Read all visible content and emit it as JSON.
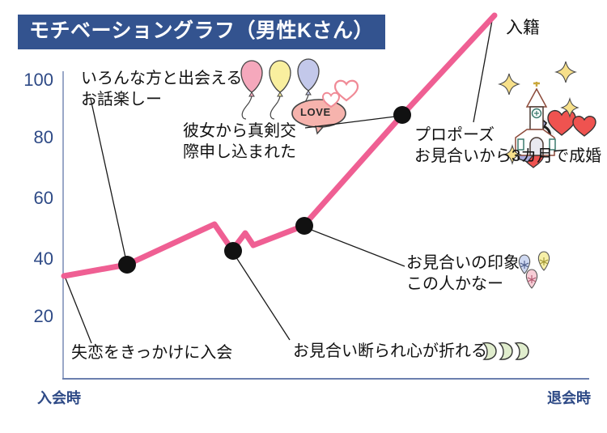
{
  "title": "モチベーショングラフ（男性Kさん）",
  "colors": {
    "banner": "#33538f",
    "line": "#ef5f93",
    "marker": "#111111",
    "axis": "#6b7fae",
    "axis_y": "#9aa8c8",
    "label_blue": "#2e4a86",
    "balloon_pink": "#f5a8bc",
    "balloon_yellow": "#f9ef9f",
    "balloon_purple": "#c3c8ea",
    "love_bubble": "#f6b3ad",
    "heart_red": "#ef5350",
    "drop_green": "#e0edcd",
    "ring_gem": "#a8abdd"
  },
  "axes": {
    "y_ticks": [
      "100",
      "80",
      "60",
      "40",
      "20"
    ],
    "x_labels": {
      "start": "入会時",
      "end": "退会時"
    }
  },
  "annotations": {
    "breakup": {
      "lines": [
        "失恋をきっかけに入会"
      ]
    },
    "join": {
      "lines": [
        "いろんな方と出会える",
        "お話楽しー"
      ]
    },
    "refused": {
      "lines": [
        "お見合い断られ心が折れる"
      ]
    },
    "omiai": {
      "lines": [
        "お見合いの印象",
        "この人かなー"
      ]
    },
    "girlfriend": {
      "lines": [
        "彼女から真剣交",
        "際申し込まれた"
      ]
    },
    "propose": {
      "lines": [
        "プロポーズ",
        "お見合いから3カ月で成婚"
      ]
    },
    "marriage": {
      "lines": [
        "入籍"
      ]
    },
    "love_badge": "LOVE"
  },
  "chart_data": {
    "type": "line",
    "title": "モチベーショングラフ（男性Kさん）",
    "xlabel": "",
    "ylabel": "",
    "ylim": [
      0,
      100
    ],
    "grid": false,
    "legend": "none",
    "x_axis_labels": [
      "入会時",
      "退会時"
    ],
    "y_ticks": [
      20,
      40,
      60,
      80,
      100
    ],
    "series": [
      {
        "name": "モチベーション",
        "color": "#ef5f93",
        "points": [
          {
            "x": 0,
            "y": 34,
            "label": "失恋をきっかけに入会",
            "marker": false
          },
          {
            "x": 14,
            "y": 37,
            "label": "いろんな方と出会える／お話楽しー",
            "marker": true
          },
          {
            "x": 29,
            "y": 51,
            "label": "",
            "marker": false
          },
          {
            "x": 32,
            "y": 43,
            "label": "お見合い断られ心が折れる",
            "marker": true
          },
          {
            "x": 35,
            "y": 49,
            "label": "",
            "marker": false
          },
          {
            "x": 37,
            "y": 45,
            "label": "",
            "marker": false
          },
          {
            "x": 46,
            "y": 51,
            "label": "お見合いの印象／この人かなー",
            "marker": true
          },
          {
            "x": 65,
            "y": 88,
            "label": "プロポーズ／お見合いから3カ月で成婚",
            "marker": true
          },
          {
            "x": 82,
            "y": 107,
            "label": "入籍",
            "marker": false
          }
        ]
      }
    ]
  }
}
